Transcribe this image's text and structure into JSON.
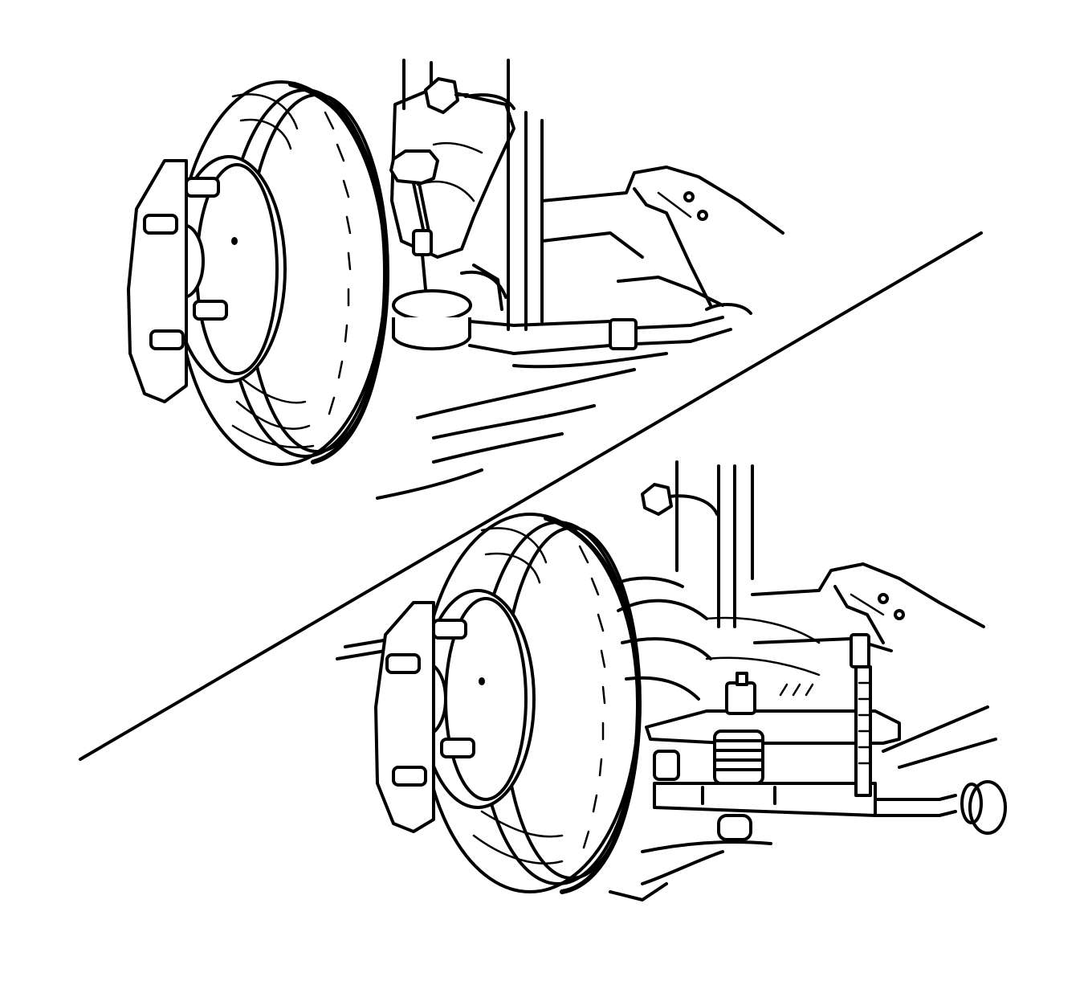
{
  "figure": {
    "ink_color": "#000000",
    "paper_color": "#ffffff",
    "panels": [
      {
        "id": "upper",
        "depicts": "ball-joint-separation"
      },
      {
        "id": "lower",
        "depicts": "lower-control-arm-spring-compressor"
      }
    ]
  }
}
